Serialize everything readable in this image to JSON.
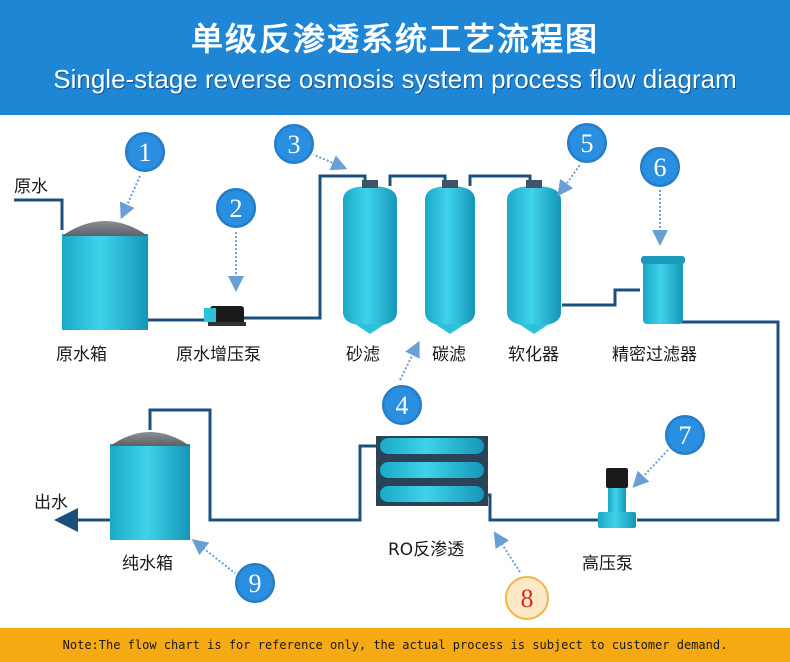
{
  "header": {
    "title_cn": "单级反渗透系统工艺流程图",
    "title_en": "Single-stage reverse osmosis system process flow diagram"
  },
  "labels": {
    "raw_water_in": "原水",
    "water_out": "出水",
    "raw_tank": "原水箱",
    "booster_pump": "原水增压泵",
    "sand_filter": "砂滤",
    "carbon_filter": "碳滤",
    "softener": "软化器",
    "precision_filter": "精密过滤器",
    "high_pressure_pump": "高压泵",
    "ro": "RO反渗透",
    "pure_tank": "纯水箱"
  },
  "markers": [
    "1",
    "2",
    "3",
    "4",
    "5",
    "6",
    "7",
    "8",
    "9"
  ],
  "colors": {
    "header_bg": "#1f86d6",
    "vessel": "#2cc2dc",
    "pipe": "#1d4f7c",
    "marker": "#2a8fe0",
    "marker_highlight": "#d72a20",
    "footer_bg": "#f5a913"
  },
  "footer": {
    "note": "Note:The flow chart is for reference only, the actual process is subject to customer demand."
  }
}
